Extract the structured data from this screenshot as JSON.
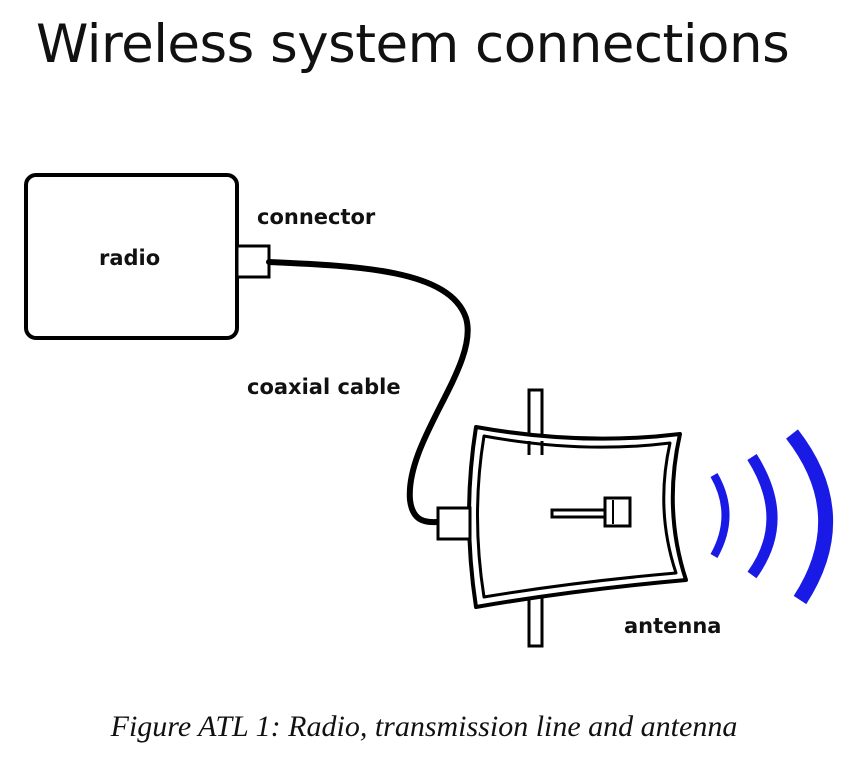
{
  "title": "Wireless system connections",
  "labels": {
    "radio": "radio",
    "connector": "connector",
    "coaxial_cable": "coaxial cable",
    "antenna": "antenna"
  },
  "caption": "Figure ATL 1: Radio, transmission line and antenna",
  "colors": {
    "line": "#000000",
    "signal_waves": "#1a1ae6"
  },
  "icons": [
    "radio-box",
    "connector",
    "coaxial-cable",
    "antenna-panel",
    "mounting-pole",
    "signal-waves"
  ]
}
